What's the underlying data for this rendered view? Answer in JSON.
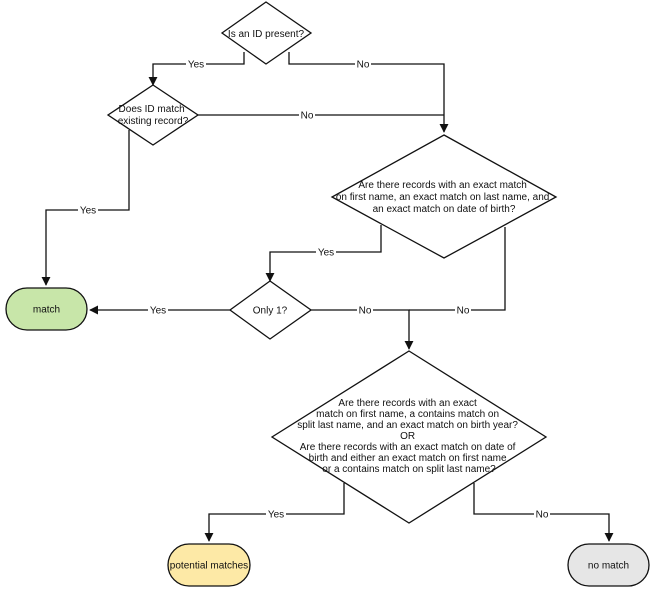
{
  "colors": {
    "line": "#111111",
    "diamond_fill": "#ffffff",
    "match_fill": "#c8e6a9",
    "potential_fill": "#fde9a6",
    "no_match_fill": "#e6e6e6"
  },
  "nodes": {
    "q_id_present": {
      "lines": [
        "Is an ID present?"
      ]
    },
    "q_id_match": {
      "lines": [
        "Does ID match",
        "existing record?"
      ]
    },
    "q_exact_match": {
      "lines": [
        "Are there records with an exact match",
        "on first name, an exact match on last name, and",
        "an exact match on date of birth?"
      ]
    },
    "q_only_one": {
      "lines": [
        "Only 1?"
      ]
    },
    "q_contains_match": {
      "lines": [
        "Are there records with an exact",
        "match on first name, a contains match on",
        "split last name, and an exact match on birth year?",
        "OR",
        "Are there records with an exact match on date of",
        "birth and either an exact match on first name",
        "or a contains match on split last name?"
      ]
    },
    "t_match": {
      "lines": [
        "match"
      ]
    },
    "t_potential": {
      "lines": [
        "potential matches"
      ]
    },
    "t_no_match": {
      "lines": [
        "no match"
      ]
    }
  },
  "edges": {
    "id_present_yes": "Yes",
    "id_present_no": "No",
    "id_match_no": "No",
    "id_match_yes": "Yes",
    "exact_yes": "Yes",
    "exact_no": "No",
    "only_one_yes": "Yes",
    "only_one_no": "No",
    "contains_yes": "Yes",
    "contains_no": "No"
  }
}
